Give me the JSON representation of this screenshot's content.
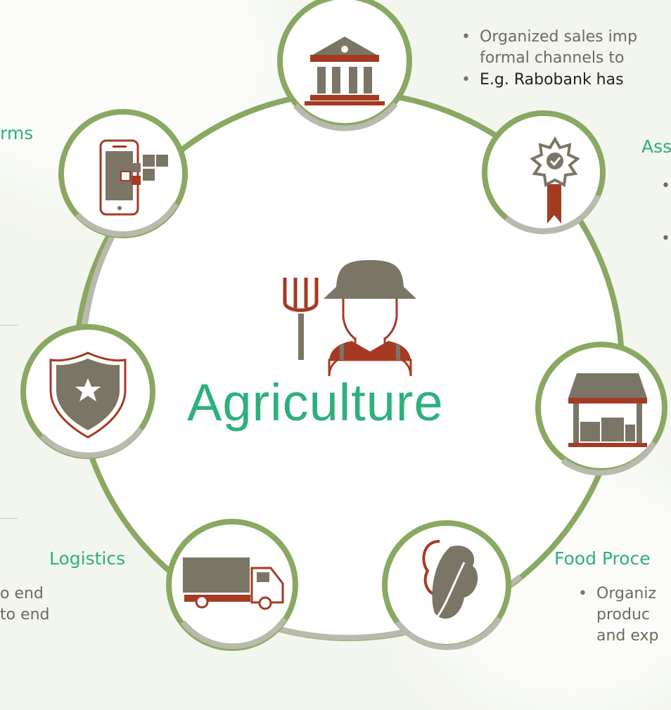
{
  "center": {
    "title": "Agriculture"
  },
  "top_text": {
    "line1": "Organized sales imp",
    "line2": "formal channels to",
    "line3": "E.g. Rabobank has "
  },
  "labels": {
    "platforms_fragment": "rms",
    "assurance_fragment": "Ass",
    "logistics": "Logistics",
    "food_processing": "Food Proce"
  },
  "left_text": {
    "line1": "o end",
    "line2": "to end"
  },
  "food_text": {
    "line1": "Organiz",
    "line2": "produc",
    "line3": "and exp"
  },
  "colors": {
    "accent_green": "#2eb07c",
    "ring_olive": "#8aa861",
    "ring_grey": "#b9b9ad",
    "icon_brown": "#7b7565",
    "icon_red": "#a53a22"
  },
  "icons": [
    "bank-icon",
    "award-badge-icon",
    "market-stall-icon",
    "vegetable-icon",
    "delivery-truck-icon",
    "shield-star-icon",
    "mobile-network-icon",
    "farmer-icon",
    "pitchfork-icon"
  ]
}
